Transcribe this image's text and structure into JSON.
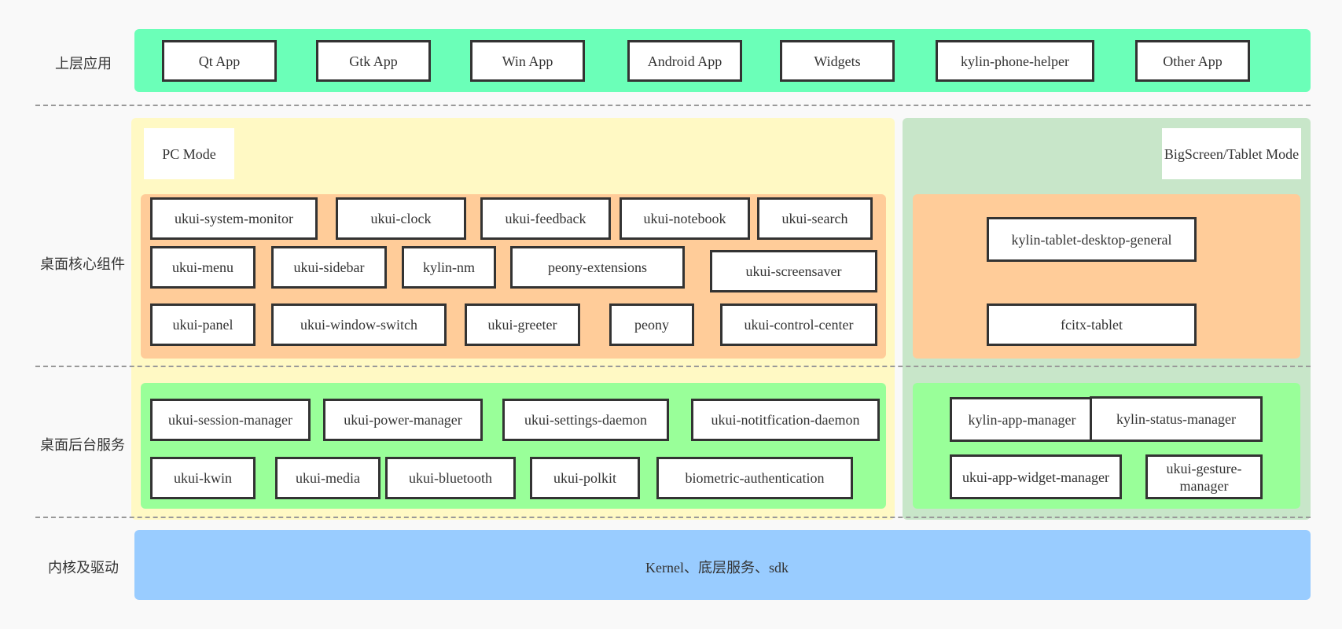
{
  "colors": {
    "background": "#f9f9f9",
    "apps_layer": "#6bffb8",
    "pc_mode_panel": "#fff9c4",
    "tablet_mode_panel": "#c8e6c9",
    "core_components": "#ffcc99",
    "background_services": "#99ff99",
    "kernel_layer": "#99ccff",
    "box_border": "#333333"
  },
  "layers": {
    "apps": {
      "label": "上层应用",
      "items": [
        "Qt App",
        "Gtk App",
        "Win App",
        "Android App",
        "Widgets",
        "kylin-phone-helper",
        "Other App"
      ]
    },
    "core": {
      "label": "桌面核心组件",
      "pc_items": [
        "ukui-system-monitor",
        "ukui-clock",
        "ukui-feedback",
        "ukui-notebook",
        "ukui-search",
        "ukui-menu",
        "ukui-sidebar",
        "kylin-nm",
        "peony-extensions",
        "ukui-screensaver",
        "ukui-panel",
        "ukui-window-switch",
        "ukui-greeter",
        "peony",
        "ukui-control-center"
      ],
      "tablet_items": [
        "kylin-tablet-desktop-general",
        "fcitx-tablet"
      ]
    },
    "services": {
      "label": "桌面后台服务",
      "pc_items": [
        "ukui-session-manager",
        "ukui-power-manager",
        "ukui-settings-daemon",
        "ukui-notitfication-daemon",
        "ukui-kwin",
        "ukui-media",
        "ukui-bluetooth",
        "ukui-polkit",
        "biometric-authentication"
      ],
      "tablet_items": [
        "kylin-app-manager",
        "kylin-status-manager",
        "ukui-app-widget-manager",
        "ukui-gesture-manager"
      ]
    },
    "kernel": {
      "label": "内核及驱动",
      "text": "Kernel、底层服务、sdk"
    }
  },
  "modes": {
    "pc": "PC Mode",
    "tablet": "BigScreen/Tablet Mode"
  }
}
